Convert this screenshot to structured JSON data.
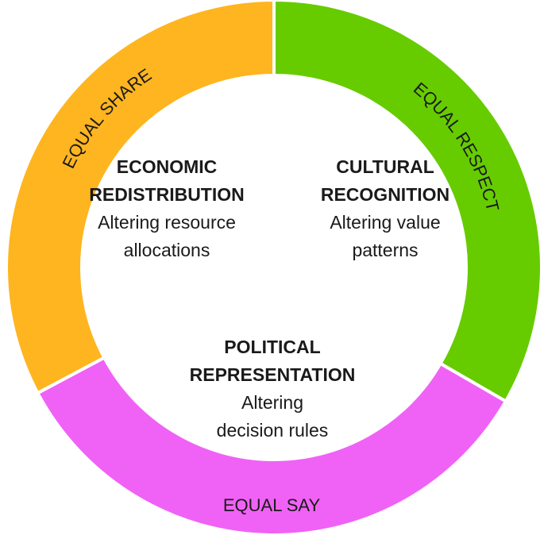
{
  "ring": {
    "segments": [
      {
        "key": "economic",
        "label": "EQUAL SHARE",
        "color": "#FFB51F"
      },
      {
        "key": "cultural",
        "label": "EQUAL RESPECT",
        "color": "#66CC00"
      },
      {
        "key": "political",
        "label": "EQUAL SAY",
        "color": "#F062F5"
      }
    ]
  },
  "center": {
    "economic": {
      "title_line1": "ECONOMIC",
      "title_line2": "REDISTRIBUTION",
      "desc_line1": "Altering resource",
      "desc_line2": "allocations"
    },
    "cultural": {
      "title_line1": "CULTURAL",
      "title_line2": "RECOGNITION",
      "desc_line1": "Altering value",
      "desc_line2": "patterns"
    },
    "political": {
      "title_line1": "POLITICAL",
      "title_line2": "REPRESENTATION",
      "desc_line1": "Altering",
      "desc_line2": "decision rules"
    }
  }
}
